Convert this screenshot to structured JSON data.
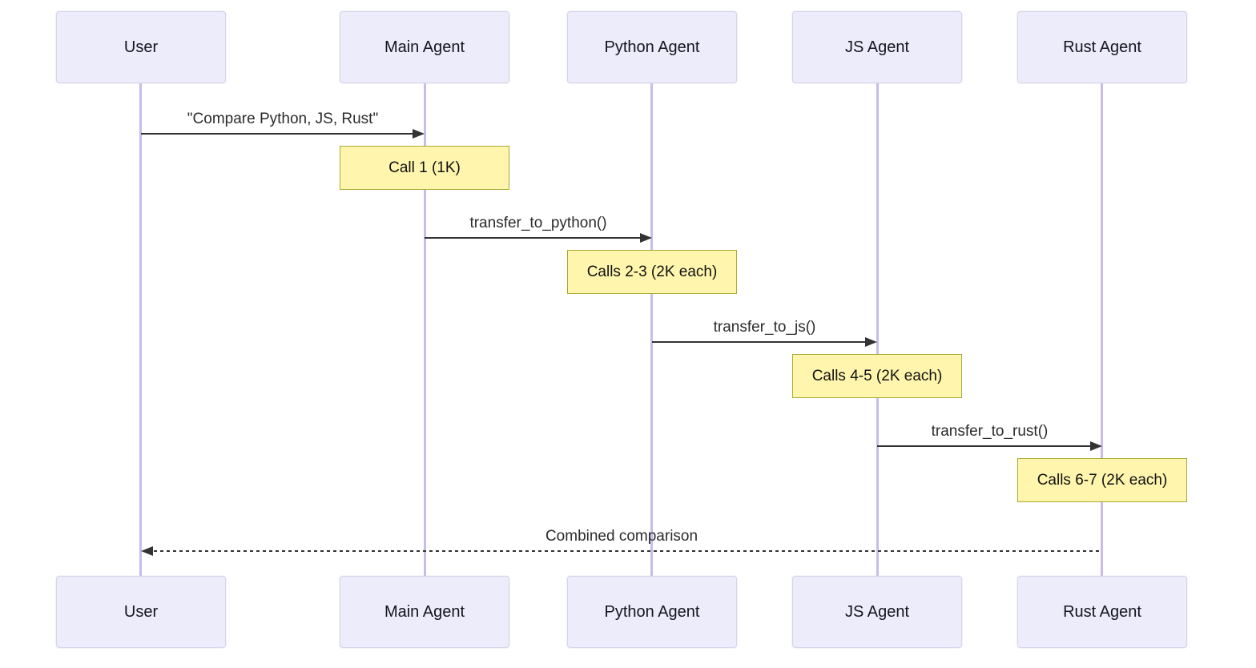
{
  "diagram": {
    "type": "sequence",
    "colors": {
      "background": "#ffffff",
      "actor_fill": "#ececfa",
      "actor_border": "#d6d3ea",
      "lifeline": "#c9bce8",
      "note_fill": "#fff5ad",
      "note_border": "#aaaa33",
      "arrow": "#333333",
      "text": "#2b2b2b"
    },
    "actors": [
      {
        "label": "User"
      },
      {
        "label": "Main Agent"
      },
      {
        "label": "Python Agent"
      },
      {
        "label": "JS Agent"
      },
      {
        "label": "Rust Agent"
      }
    ],
    "messages": [
      {
        "label": "\"Compare Python, JS, Rust\"",
        "from": "User",
        "to": "Main Agent",
        "style": "solid"
      },
      {
        "label": "transfer_to_python()",
        "from": "Main Agent",
        "to": "Python Agent",
        "style": "solid"
      },
      {
        "label": "transfer_to_js()",
        "from": "Python Agent",
        "to": "JS Agent",
        "style": "solid"
      },
      {
        "label": "transfer_to_rust()",
        "from": "JS Agent",
        "to": "Rust Agent",
        "style": "solid"
      },
      {
        "label": "Combined comparison",
        "from": "Rust Agent",
        "to": "User",
        "style": "dashed"
      }
    ],
    "notes": [
      {
        "label": "Call 1 (1K)",
        "over": "Main Agent"
      },
      {
        "label": "Calls 2-3 (2K each)",
        "over": "Python Agent"
      },
      {
        "label": "Calls 4-5 (2K each)",
        "over": "JS Agent"
      },
      {
        "label": "Calls 6-7 (2K each)",
        "over": "Rust Agent"
      }
    ]
  }
}
